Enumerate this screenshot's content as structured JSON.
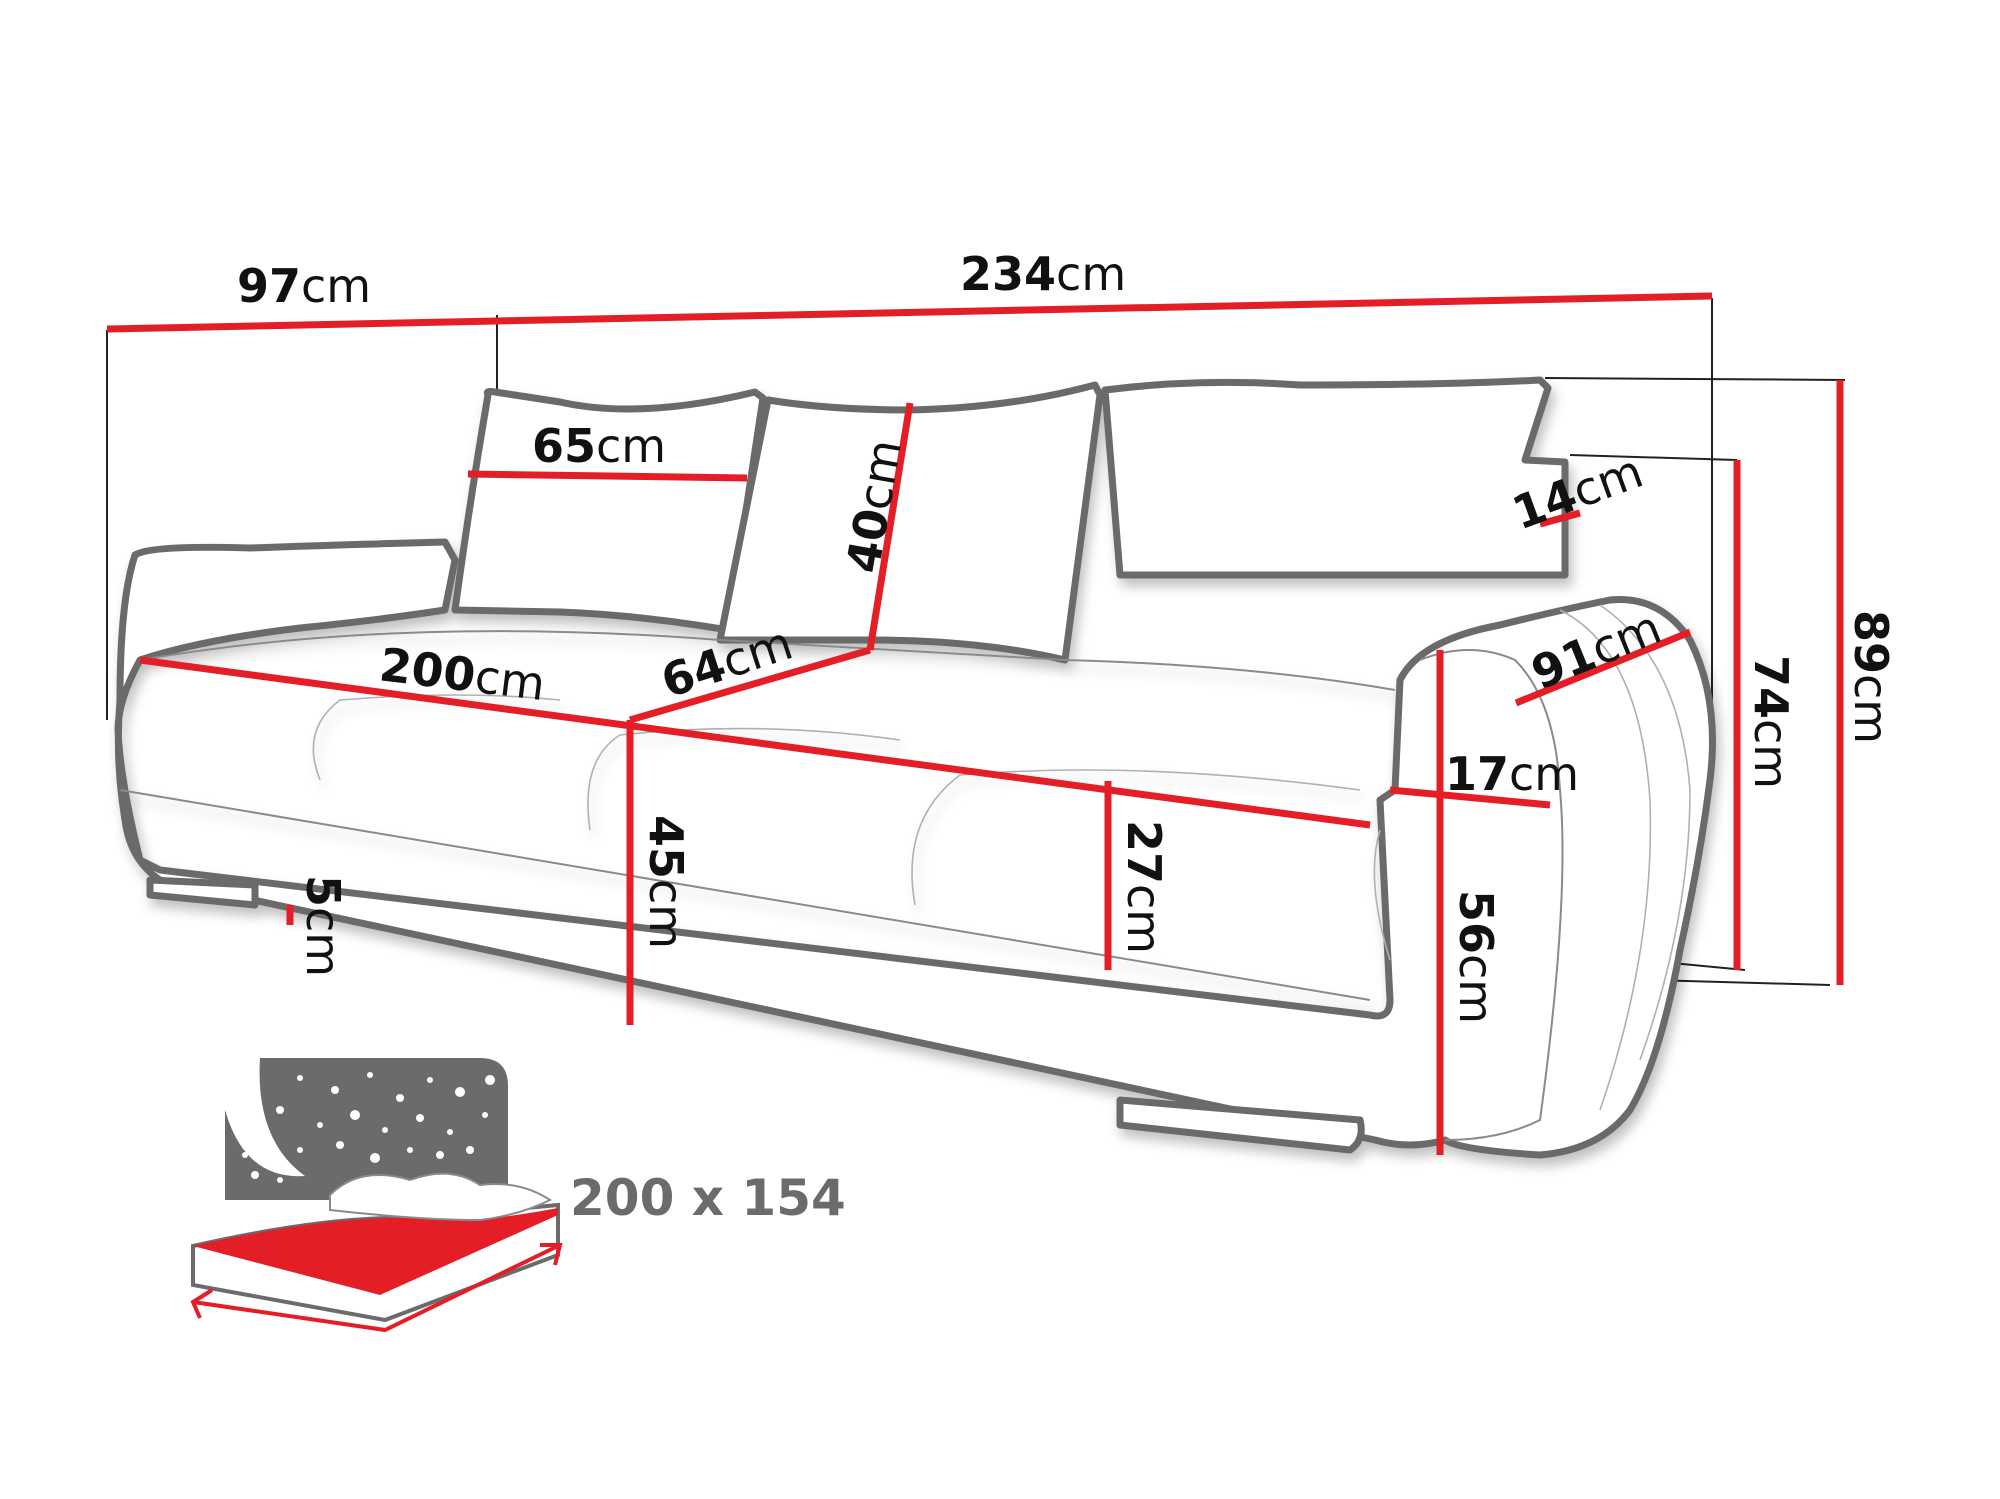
{
  "diagram": {
    "subject": "3-seat sofa bed dimension drawing",
    "units": "cm",
    "colors": {
      "dimension_line": "#e41e26",
      "outline": "#6b6b6b",
      "text": "#111111",
      "icon_grey": "#6b6b6b"
    },
    "dimensions": {
      "depth_total": {
        "num": "97",
        "unit": "cm",
        "label": "97cm"
      },
      "width_total": {
        "num": "234",
        "unit": "cm",
        "label": "234cm"
      },
      "cushion_width": {
        "num": "65",
        "unit": "cm",
        "label": "65cm"
      },
      "cushion_height": {
        "num": "40",
        "unit": "cm",
        "label": "40cm"
      },
      "armrest_top_width": {
        "num": "14",
        "unit": "cm",
        "label": "14cm"
      },
      "height_total": {
        "num": "89",
        "unit": "cm",
        "label": "89cm"
      },
      "height_back": {
        "num": "74",
        "unit": "cm",
        "label": "74cm"
      },
      "armrest_depth": {
        "num": "91",
        "unit": "cm",
        "label": "91cm"
      },
      "seat_width": {
        "num": "200",
        "unit": "cm",
        "label": "200cm"
      },
      "seat_depth": {
        "num": "64",
        "unit": "cm",
        "label": "64cm"
      },
      "armrest_width": {
        "num": "17",
        "unit": "cm",
        "label": "17cm"
      },
      "seat_height": {
        "num": "45",
        "unit": "cm",
        "label": "45cm"
      },
      "leg_height": {
        "num": "5",
        "unit": "cm",
        "label": "5cm"
      },
      "storage_height": {
        "num": "27",
        "unit": "cm",
        "label": "27cm"
      },
      "armrest_height": {
        "num": "56",
        "unit": "cm",
        "label": "56cm"
      }
    },
    "sleeping_area": {
      "icon": "bed-night-icon",
      "label": "200 x 154"
    }
  }
}
